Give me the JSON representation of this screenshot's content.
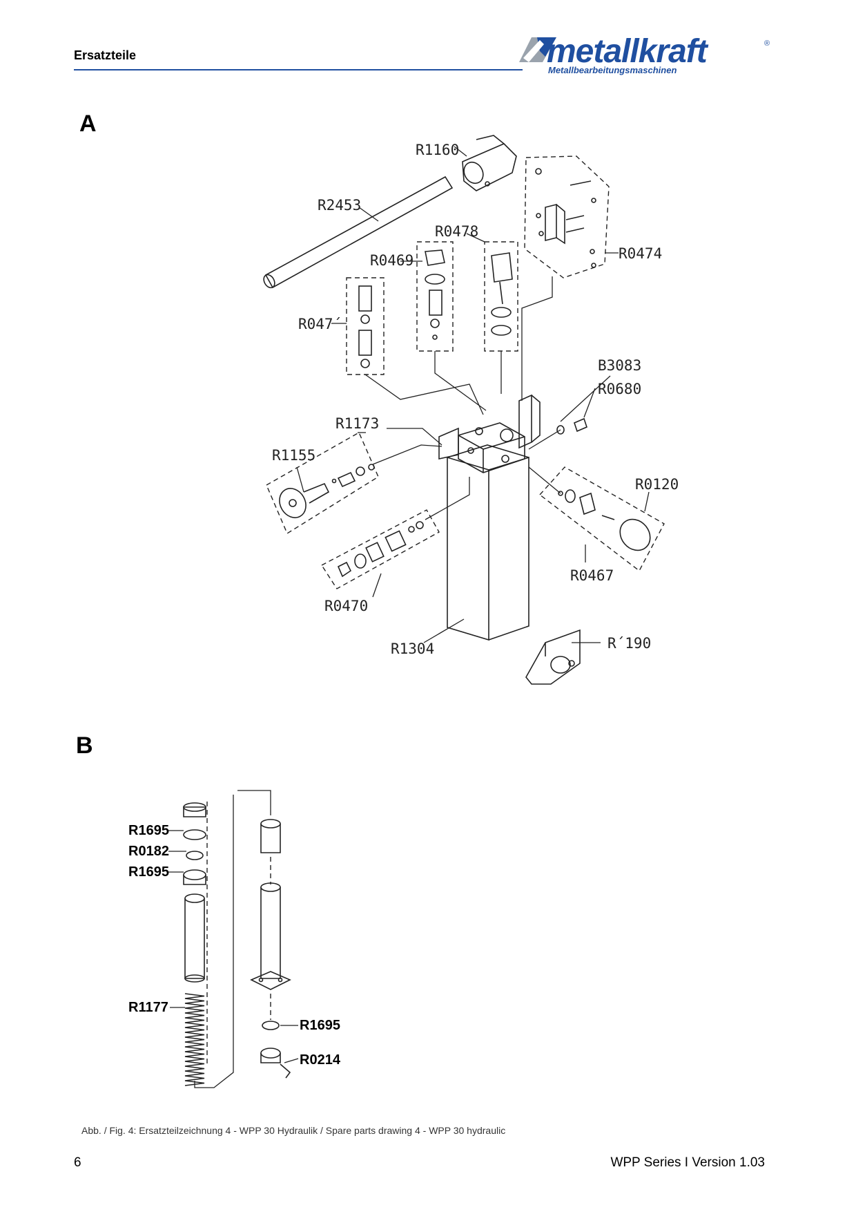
{
  "header": {
    "title": "Ersatzteile",
    "brand": "metallkraft",
    "brand_registered": "®",
    "brand_tagline": "Metallbearbeitungsmaschinen",
    "brand_color": "#1f4fa0"
  },
  "sections": {
    "a": "A",
    "b": "B"
  },
  "diagram_a": {
    "labels": {
      "r1160": "R1160",
      "r2453": "R2453",
      "r0478": "R0478",
      "r0469": "R0469",
      "r0474": "R0474",
      "r0471": "R047´",
      "b3083": "B3083",
      "r0680": "R0680",
      "r1173": "R1173",
      "r1155": "R1155",
      "r0120": "R0120",
      "r0467": "R0467",
      "r0470": "R0470",
      "r1304": "R1304",
      "r1190": "R´190"
    }
  },
  "diagram_b": {
    "labels": {
      "r1695_a": "R1695",
      "r0182": "R0182",
      "r1695_b": "R1695",
      "r1177": "R1177",
      "r1695_c": "R1695",
      "r0214": "R0214"
    }
  },
  "caption": "Abb. / Fig. 4: Ersatzteilzeichnung 4 - WPP 30  Hydraulik /  Spare parts drawing 4 -  WPP 30 hydraulic",
  "footer": {
    "page_number": "6",
    "version": "WPP Series I Version 1.03"
  }
}
